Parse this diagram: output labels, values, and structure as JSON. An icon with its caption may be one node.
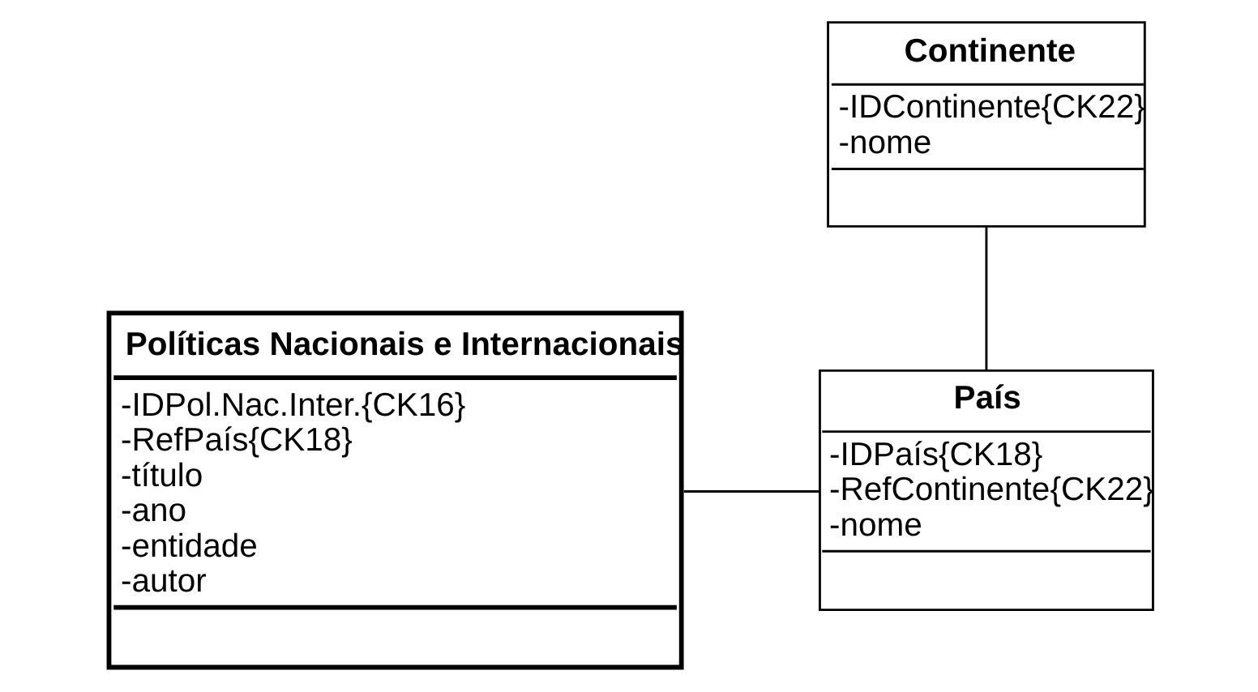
{
  "diagram": {
    "nodes": [
      {
        "text": [
          "Políticas Nacionais e Internacionais",
          "-IDPol.Nac.Inter.{CK16}",
          "-RefPaís{CK18}",
          "-título",
          "-ano",
          "-entidade",
          "-autor"
        ]
      },
      {
        "text": [
          "Continente",
          "-IDContinente{CK22}",
          "-nome"
        ]
      },
      {
        "text": [
          "País",
          "-IDPaís{CK18}",
          "-RefContinente{CK22}",
          "-nome"
        ]
      }
    ],
    "edges": [
      {
        "from": 0,
        "to": 2,
        "arrow": "none"
      },
      {
        "from": 1,
        "to": 2,
        "arrow": "none"
      }
    ]
  }
}
